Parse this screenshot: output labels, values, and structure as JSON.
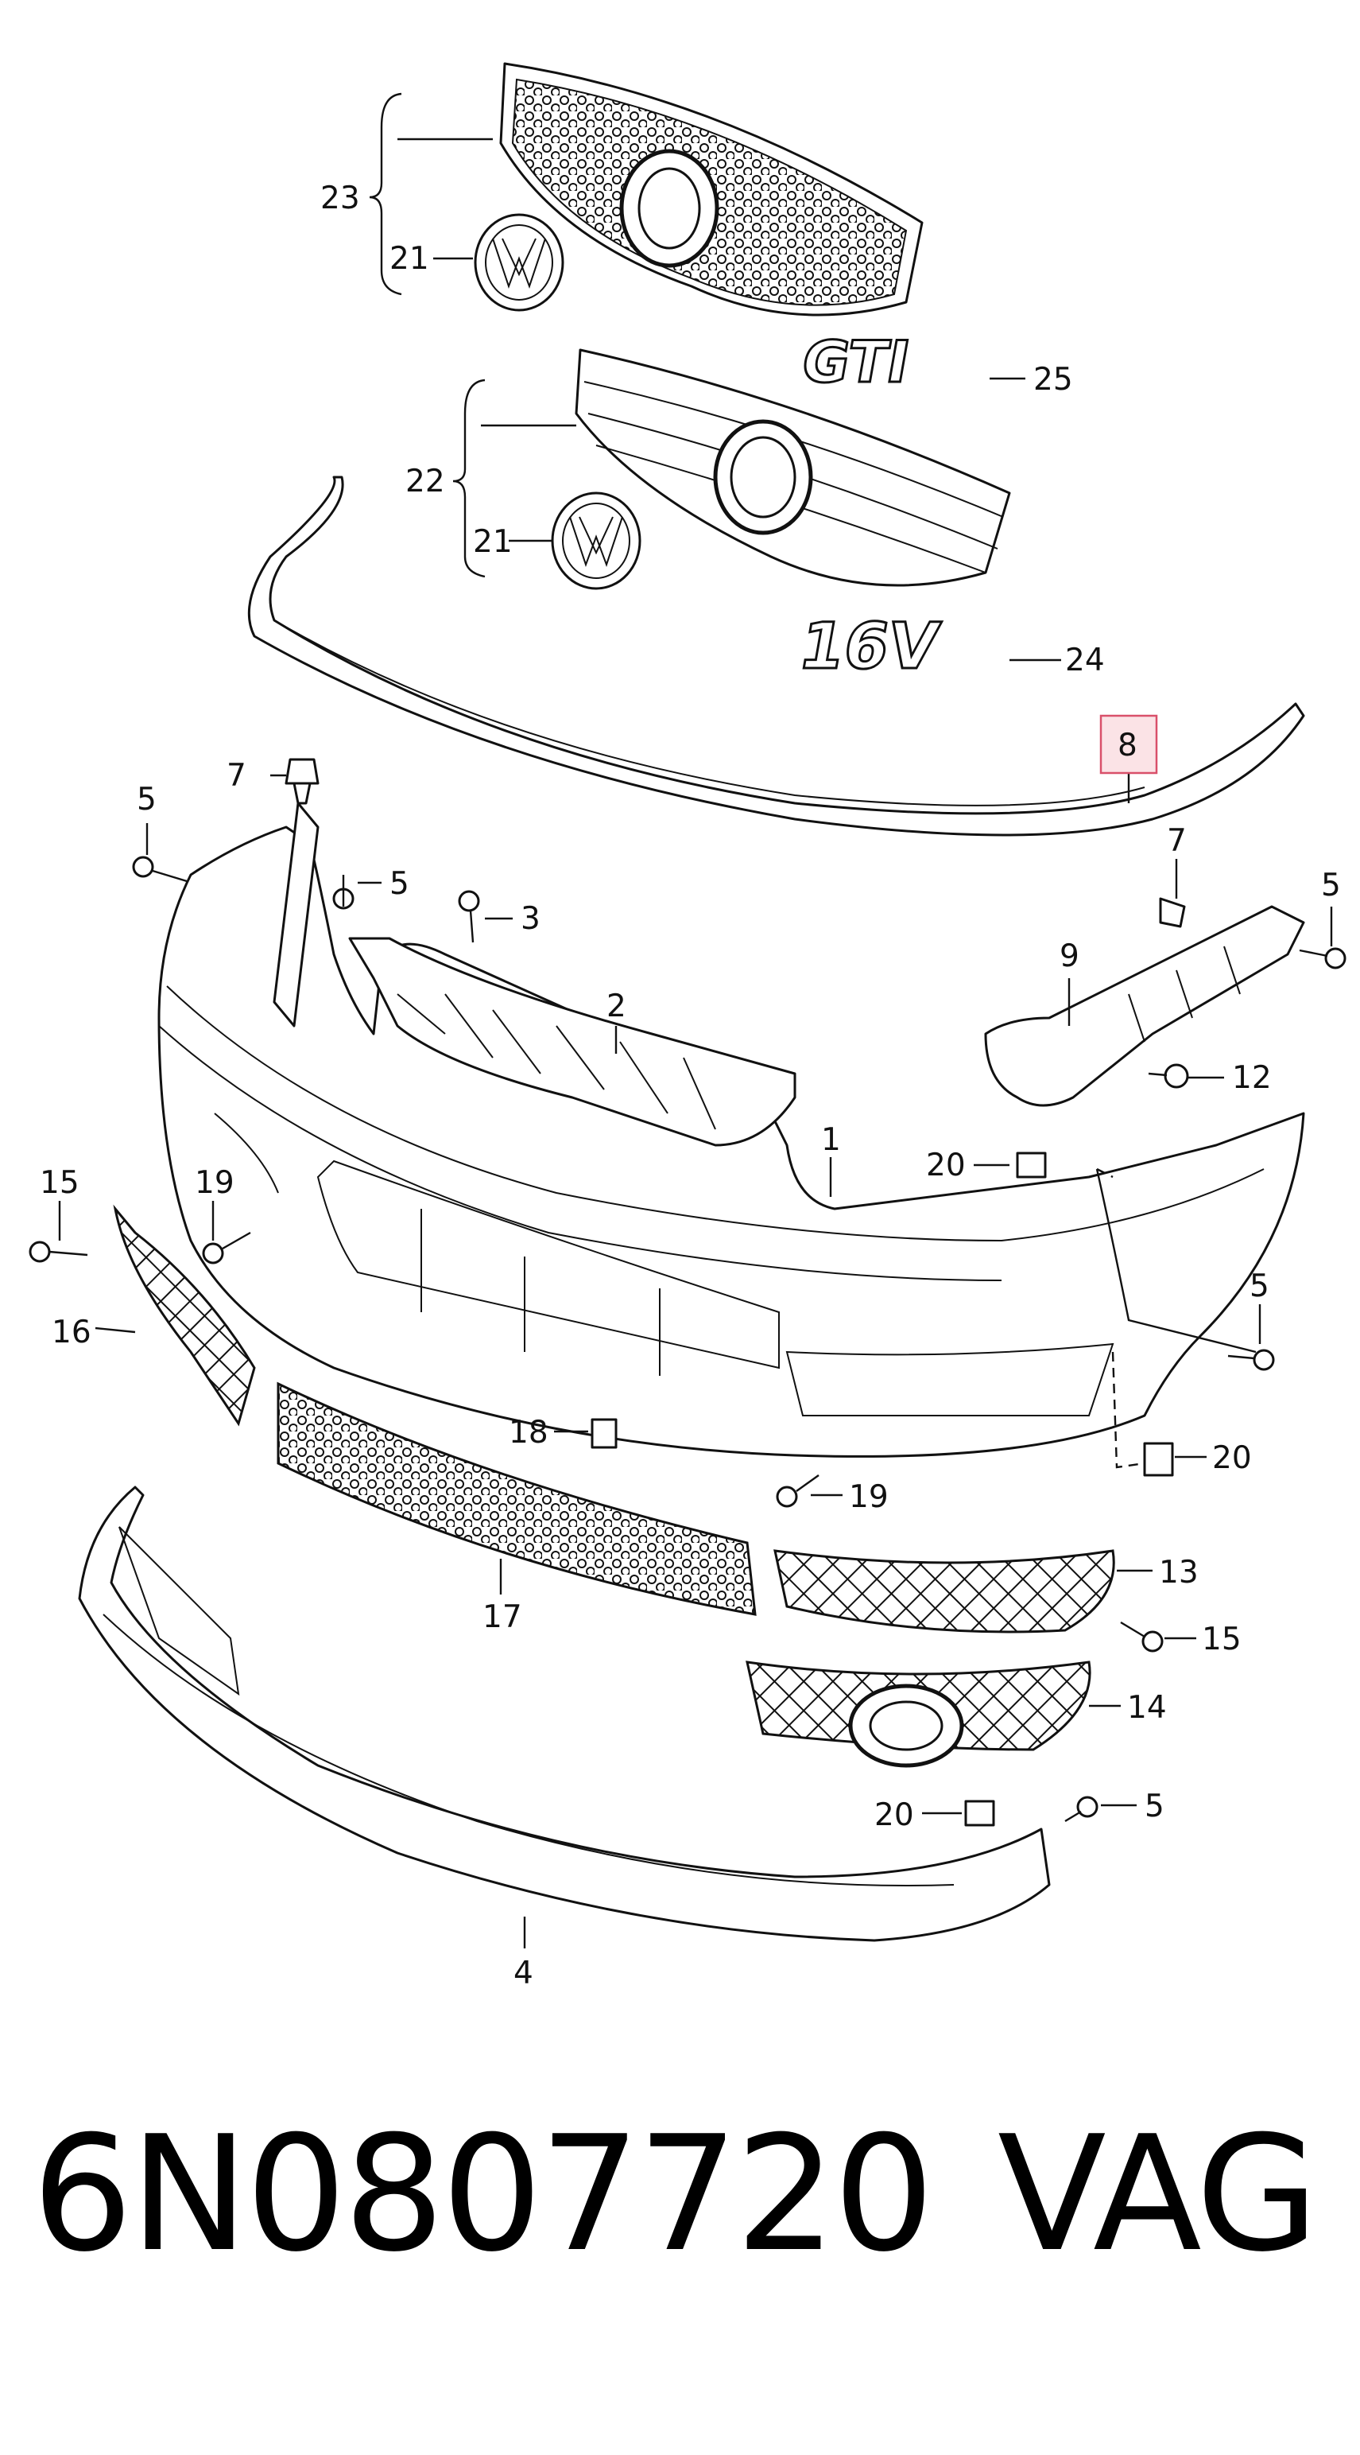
{
  "labels": {
    "l23": "23",
    "l21a": "21",
    "l25": "25",
    "l22": "22",
    "l21b": "21",
    "l24": "24",
    "l8": "8",
    "l7a": "7",
    "l5a": "5",
    "l5b": "5",
    "l3": "3",
    "l2": "2",
    "l7b": "7",
    "l5c": "5",
    "l9": "9",
    "l12": "12",
    "l1": "1",
    "l20a": "20",
    "l15a": "15",
    "l19a": "19",
    "l16": "16",
    "l5d": "5",
    "l18": "18",
    "l20b": "20",
    "l19b": "19",
    "l17": "17",
    "l13": "13",
    "l15b": "15",
    "l14": "14",
    "l20c": "20",
    "l5e": "5",
    "l4": "4"
  },
  "emblems": {
    "gti": "GTI",
    "v16": "16V"
  },
  "footer": {
    "part_number": "6N0807720",
    "brand": "VAG"
  },
  "highlight_color": "#d9506a"
}
